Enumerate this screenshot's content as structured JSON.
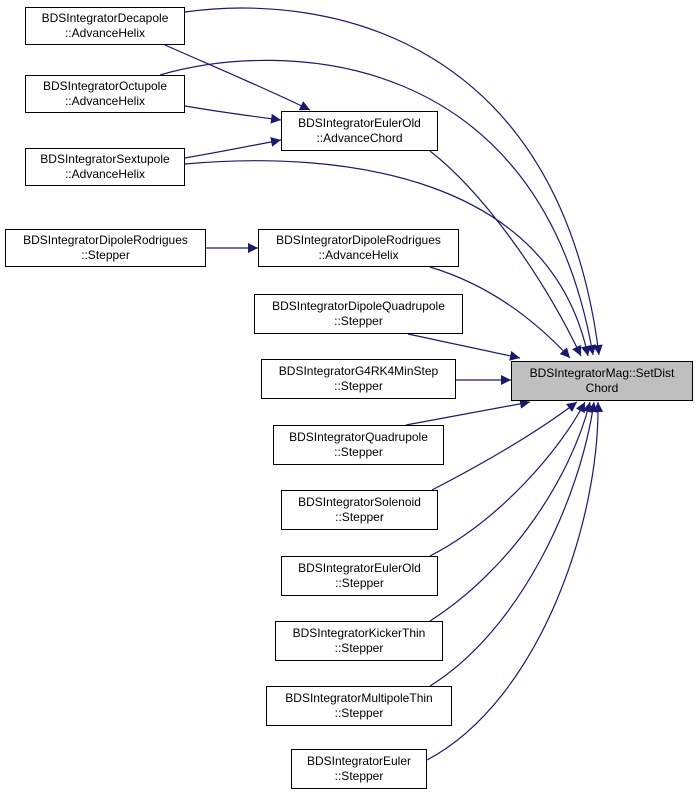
{
  "graph": {
    "edge_color": "#191970",
    "focus_fill": "#bfbfbf",
    "target": {
      "line1": "BDSIntegratorMag::SetDist",
      "line2": "Chord"
    },
    "nodes": [
      {
        "id": "decapole",
        "line1": "BDSIntegratorDecapole",
        "line2": "::AdvanceHelix"
      },
      {
        "id": "octupole",
        "line1": "BDSIntegratorOctupole",
        "line2": "::AdvanceHelix"
      },
      {
        "id": "sextupole",
        "line1": "BDSIntegratorSextupole",
        "line2": "::AdvanceHelix"
      },
      {
        "id": "eulerold_advchord",
        "line1": "BDSIntegratorEulerOld",
        "line2": "::AdvanceChord"
      },
      {
        "id": "dipolerod_stepper",
        "line1": "BDSIntegratorDipoleRodrigues",
        "line2": "::Stepper"
      },
      {
        "id": "dipolerod_advhelix",
        "line1": "BDSIntegratorDipoleRodrigues",
        "line2": "::AdvanceHelix"
      },
      {
        "id": "dipolequad",
        "line1": "BDSIntegratorDipoleQuadrupole",
        "line2": "::Stepper"
      },
      {
        "id": "g4rk4",
        "line1": "BDSIntegratorG4RK4MinStep",
        "line2": "::Stepper"
      },
      {
        "id": "quadrupole",
        "line1": "BDSIntegratorQuadrupole",
        "line2": "::Stepper"
      },
      {
        "id": "solenoid",
        "line1": "BDSIntegratorSolenoid",
        "line2": "::Stepper"
      },
      {
        "id": "eulerold_stepper",
        "line1": "BDSIntegratorEulerOld",
        "line2": "::Stepper"
      },
      {
        "id": "kickerthin",
        "line1": "BDSIntegratorKickerThin",
        "line2": "::Stepper"
      },
      {
        "id": "multipolethin",
        "line1": "BDSIntegratorMultipoleThin",
        "line2": "::Stepper"
      },
      {
        "id": "euler",
        "line1": "BDSIntegratorEuler",
        "line2": "::Stepper"
      }
    ]
  }
}
